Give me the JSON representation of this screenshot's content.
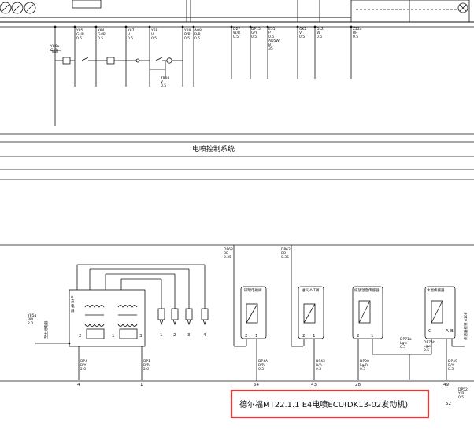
{
  "upper": {
    "wire_labels": [
      {
        "id": "Y86a",
        "lines": [
          "Y86a",
          "Gr/R"
        ]
      },
      {
        "id": "Y85",
        "lines": [
          "Y85",
          "Gr/R",
          "0.5"
        ]
      },
      {
        "id": "Y84",
        "lines": [
          "Y84",
          "Gr/R",
          "0.5"
        ]
      },
      {
        "id": "Y87",
        "lines": [
          "Y87",
          "V",
          "0.5"
        ]
      },
      {
        "id": "Y88",
        "lines": [
          "Y88",
          "V",
          "0.5"
        ]
      },
      {
        "id": "Y89",
        "lines": [
          "Y89",
          "B/R",
          "0.5"
        ]
      },
      {
        "id": "A08",
        "lines": [
          "A08",
          "B/R",
          "0.5"
        ]
      },
      {
        "id": "Y86b",
        "lines": [
          "Y86a",
          "V",
          "0.5"
        ]
      },
      {
        "id": "D27",
        "lines": [
          "D27",
          "W/R",
          "0.5"
        ]
      },
      {
        "id": "DP15",
        "lines": [
          "DP15",
          "G/Y",
          "0.5"
        ]
      },
      {
        "id": "E51",
        "lines": [
          "E51",
          "P",
          "0.5",
          "AD5W",
          "B",
          "35"
        ]
      },
      {
        "id": "OK2",
        "lines": [
          "OK2",
          "V",
          "0.5"
        ]
      },
      {
        "id": "DL2",
        "lines": [
          "DL2",
          "W",
          "0.5"
        ]
      },
      {
        "id": "Z22a",
        "lines": [
          "Z22a",
          "BR",
          "0.5"
        ]
      }
    ]
  },
  "section_title": "电喷控制系统",
  "lower": {
    "top_labels": [
      {
        "id": "DP63",
        "lines": [
          "DP63",
          "BR",
          "0.35"
        ]
      },
      {
        "id": "DP62",
        "lines": [
          "DP62",
          "BR",
          "0.35"
        ]
      }
    ],
    "components": [
      {
        "id": "c1",
        "title": "碳罐电磁阀",
        "pins": [
          "2",
          "1"
        ]
      },
      {
        "id": "c2",
        "title": "进气VVT阀",
        "pins": [
          "2",
          "1"
        ]
      },
      {
        "id": "c3",
        "title": "排放温度传感器",
        "pins": [
          "2",
          "1"
        ]
      },
      {
        "id": "c4",
        "title": "水温传感器",
        "pins": [
          "C",
          "A",
          "B"
        ]
      }
    ],
    "coil_pins": [
      "2",
      "1",
      "3"
    ],
    "injector_numbers": [
      "1",
      "2",
      "3",
      "4"
    ],
    "left_wire": {
      "lines": [
        "Y85g",
        "BW",
        "2.0"
      ]
    },
    "coil_side_label": "A\n充\n电\n器",
    "bottom_wires": [
      {
        "id": "w1",
        "lines": [
          "DP4",
          "B/Y",
          "2.0"
        ]
      },
      {
        "id": "w2",
        "lines": [
          "DP1",
          "B/R",
          "2.0"
        ]
      },
      {
        "id": "w3",
        "lines": [
          "DP4A",
          "B/R",
          "0.5"
        ]
      },
      {
        "id": "w4",
        "lines": [
          "DP43",
          "B/R",
          "0.5"
        ]
      },
      {
        "id": "w5",
        "lines": [
          "DP28",
          "Lg/R",
          "0.5"
        ]
      },
      {
        "id": "w6",
        "lines": [
          "DP71a",
          "Lgw",
          "0.5"
        ]
      },
      {
        "id": "w7",
        "lines": [
          "DP7Ab",
          "Lgw",
          "0.5"
        ]
      },
      {
        "id": "w8",
        "lines": [
          "DP49",
          "B/Y",
          "0.5"
        ]
      },
      {
        "id": "w9",
        "lines": [
          "DP52",
          "Y/B",
          "0.5"
        ]
      }
    ],
    "pin_numbers": [
      "4",
      "1",
      "64",
      "43",
      "28",
      "49",
      "52"
    ],
    "right_vertical_label": "传感器搭铁 A10E",
    "left_vertical_label": "至主继电器"
  },
  "ecu": {
    "label": "德尔福MT22.1.1 E4电喷ECU(DK13-02发动机)",
    "highlight_color": "#e23a3a"
  }
}
